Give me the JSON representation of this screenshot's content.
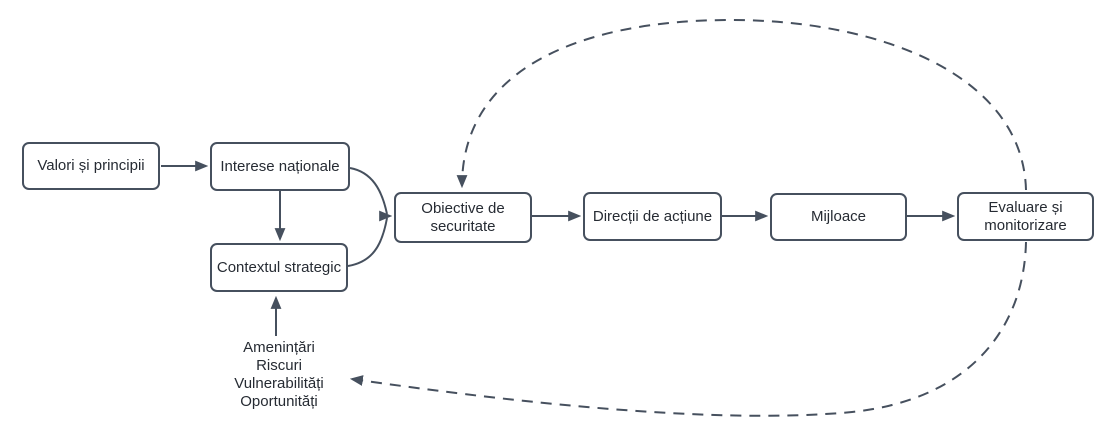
{
  "diagram": {
    "boxes": [
      {
        "id": "valori-si-principii",
        "label": "Valori și principii"
      },
      {
        "id": "interese-nationale",
        "label": "Interese naționale"
      },
      {
        "id": "contextul-strategic",
        "label": "Contextul strategic"
      },
      {
        "id": "obiective-de-securitate",
        "label": "Obiective de securitate"
      },
      {
        "id": "directii-de-actiune",
        "label": "Direcții de acțiune"
      },
      {
        "id": "mijloace",
        "label": "Mijloace"
      },
      {
        "id": "evaluare-si-monitorizare",
        "label": "Evaluare și monitorizare"
      }
    ],
    "threat_list": {
      "lines": [
        "Amenințări",
        "Riscuri",
        "Vulnerabilități",
        "Oportunități"
      ]
    },
    "colors": {
      "line": "#46505e",
      "text": "#262b33",
      "box_background": "#ffffff",
      "canvas_background": "#ffffff"
    }
  }
}
